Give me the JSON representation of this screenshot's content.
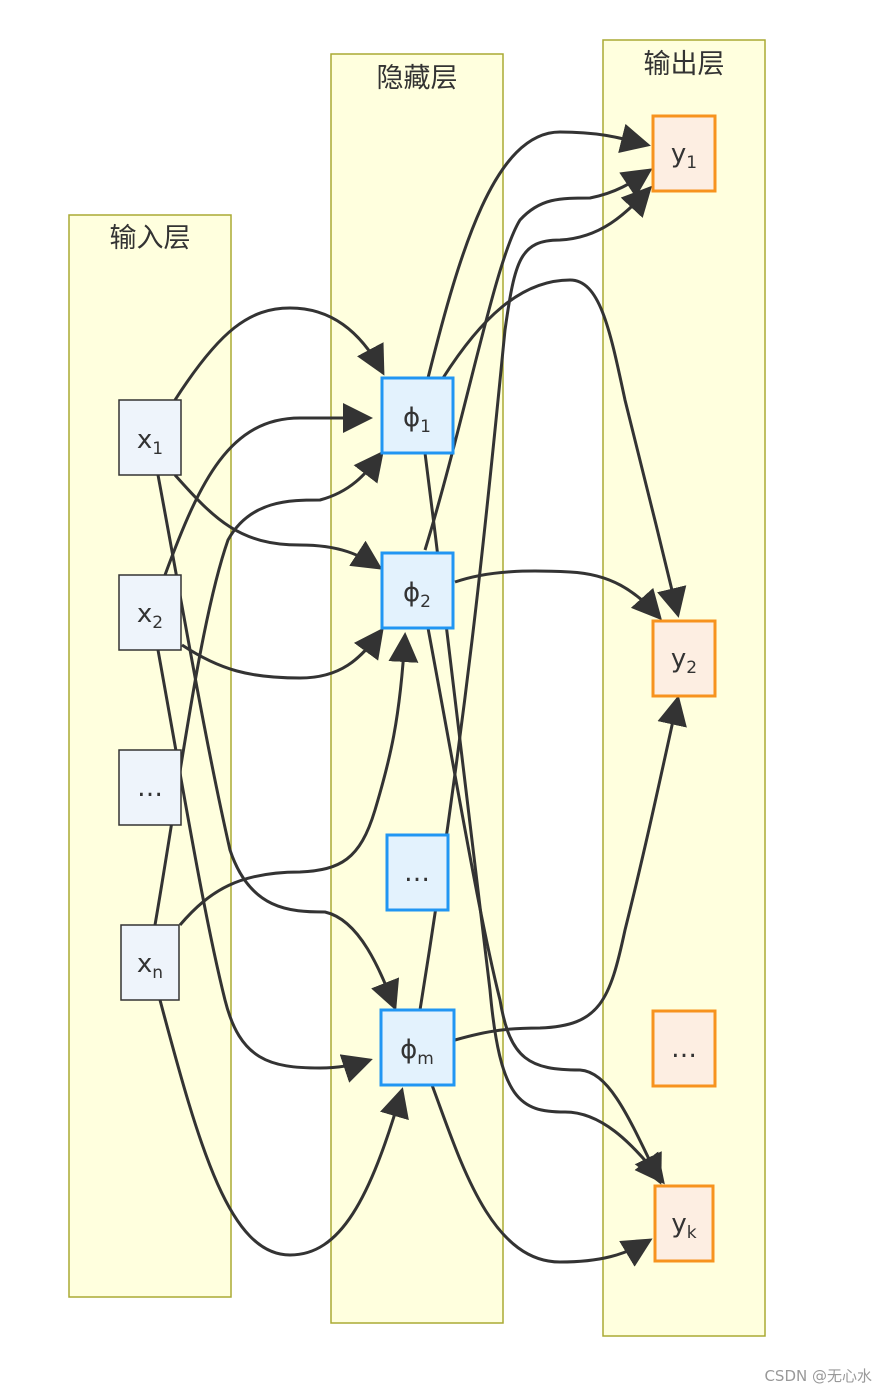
{
  "layers": {
    "input": {
      "title": "输入层"
    },
    "hidden": {
      "title": "隐藏层"
    },
    "output": {
      "title": "输出层"
    }
  },
  "nodes": {
    "x1": {
      "base": "x",
      "sub": "1"
    },
    "x2": {
      "base": "x",
      "sub": "2"
    },
    "xdots": {
      "base": "…",
      "sub": ""
    },
    "xn": {
      "base": "x",
      "sub": "n"
    },
    "h1": {
      "base": "ϕ",
      "sub": "1"
    },
    "h2": {
      "base": "ϕ",
      "sub": "2"
    },
    "hdots": {
      "base": "…",
      "sub": ""
    },
    "hm": {
      "base": "ϕ",
      "sub": "m"
    },
    "y1": {
      "base": "y",
      "sub": "1"
    },
    "y2": {
      "base": "y",
      "sub": "2"
    },
    "ydots": {
      "base": "…",
      "sub": ""
    },
    "yk": {
      "base": "y",
      "sub": "k"
    }
  },
  "edges": [
    {
      "from": "x1",
      "to": "h1"
    },
    {
      "from": "x1",
      "to": "h2"
    },
    {
      "from": "x1",
      "to": "hm"
    },
    {
      "from": "x2",
      "to": "h1"
    },
    {
      "from": "x2",
      "to": "h2"
    },
    {
      "from": "x2",
      "to": "hm"
    },
    {
      "from": "xn",
      "to": "h1"
    },
    {
      "from": "xn",
      "to": "h2"
    },
    {
      "from": "xn",
      "to": "hm"
    },
    {
      "from": "h1",
      "to": "y1"
    },
    {
      "from": "h1",
      "to": "y2"
    },
    {
      "from": "h1",
      "to": "yk"
    },
    {
      "from": "h2",
      "to": "y1"
    },
    {
      "from": "h2",
      "to": "y2"
    },
    {
      "from": "h2",
      "to": "yk"
    },
    {
      "from": "hm",
      "to": "y1"
    },
    {
      "from": "hm",
      "to": "y2"
    },
    {
      "from": "hm",
      "to": "yk"
    }
  ],
  "watermark": "CSDN @无心水"
}
